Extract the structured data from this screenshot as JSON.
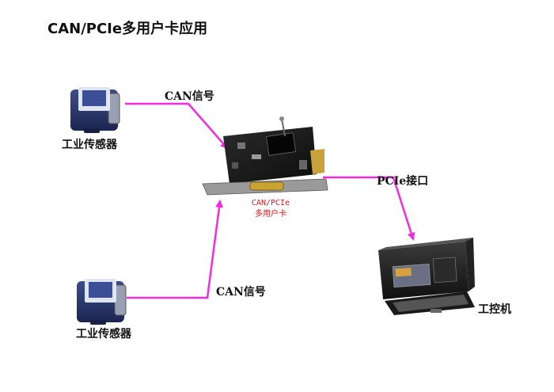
{
  "title": "CAN/PCIe多用户卡应用",
  "signals": {
    "top": "CAN信号",
    "bottom": "CAN信号",
    "pcie": "PCIe接口"
  },
  "devices": {
    "sensor_top": "工业传感器",
    "sensor_bottom": "工业传感器",
    "computer": "工控机"
  },
  "card": {
    "line1": "CAN/PCIe",
    "line2": "多用户卡"
  },
  "colors": {
    "connection": "#f02be0",
    "caption": "#e0151b"
  }
}
